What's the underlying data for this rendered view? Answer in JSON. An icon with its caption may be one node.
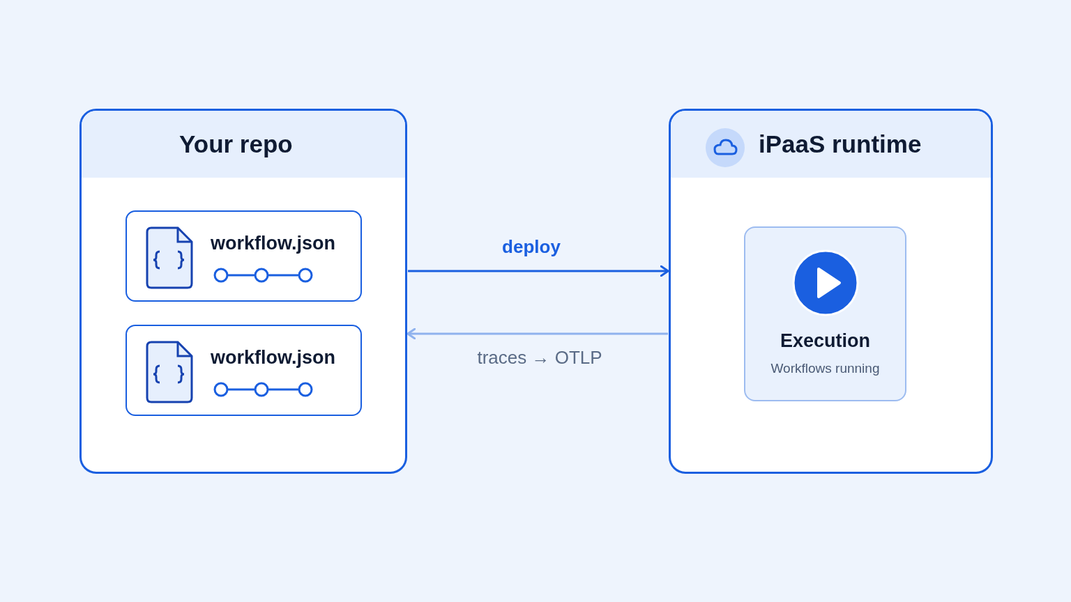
{
  "diagram": {
    "nodes": [
      {
        "text": [
          "Your repo"
        ]
      },
      {
        "text": [
          "workflow.json"
        ],
        "in": 0
      },
      {
        "text": [
          "workflow.json"
        ],
        "in": 0
      },
      {
        "text": [
          "iPaaS runtime"
        ]
      },
      {
        "text": [
          "Execution",
          "Workflows running"
        ],
        "in": 3
      }
    ],
    "edges": [
      {
        "from": 0,
        "to": 3,
        "arrow": "to",
        "label": "deploy"
      },
      {
        "from": 3,
        "to": 0,
        "arrow": "to",
        "label": "traces → OTLP",
        "color": "#8fb2ee"
      }
    ]
  }
}
